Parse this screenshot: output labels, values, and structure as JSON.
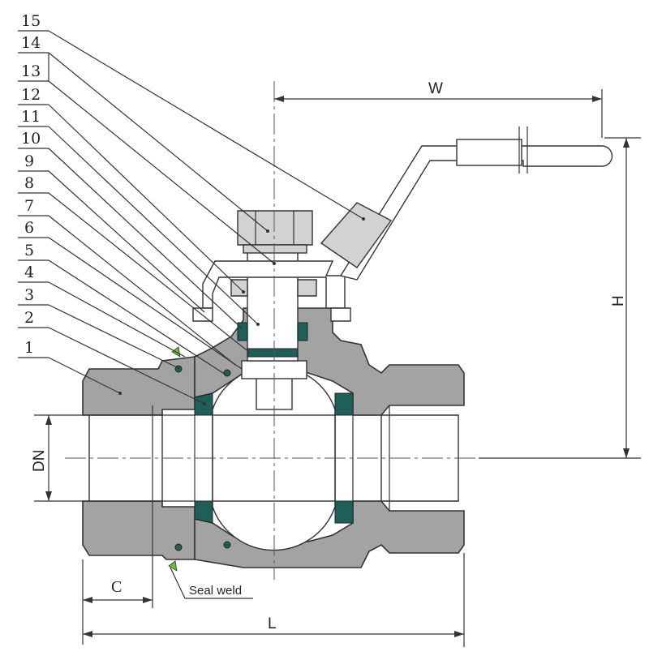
{
  "part_numbers": [
    "15",
    "14",
    "13",
    "12",
    "11",
    "10",
    "9",
    "8",
    "7",
    "6",
    "5",
    "4",
    "3",
    "2",
    "1"
  ],
  "dimensions": {
    "width": "W",
    "height": "H",
    "nominal_diameter": "DN",
    "thread_length": "C",
    "length": "L"
  },
  "annotation": "Seal weld",
  "colors": {
    "body": "#a3a3a3",
    "seal": "#1f5f5a",
    "weld": "#6abf3a",
    "line": "#333333"
  }
}
